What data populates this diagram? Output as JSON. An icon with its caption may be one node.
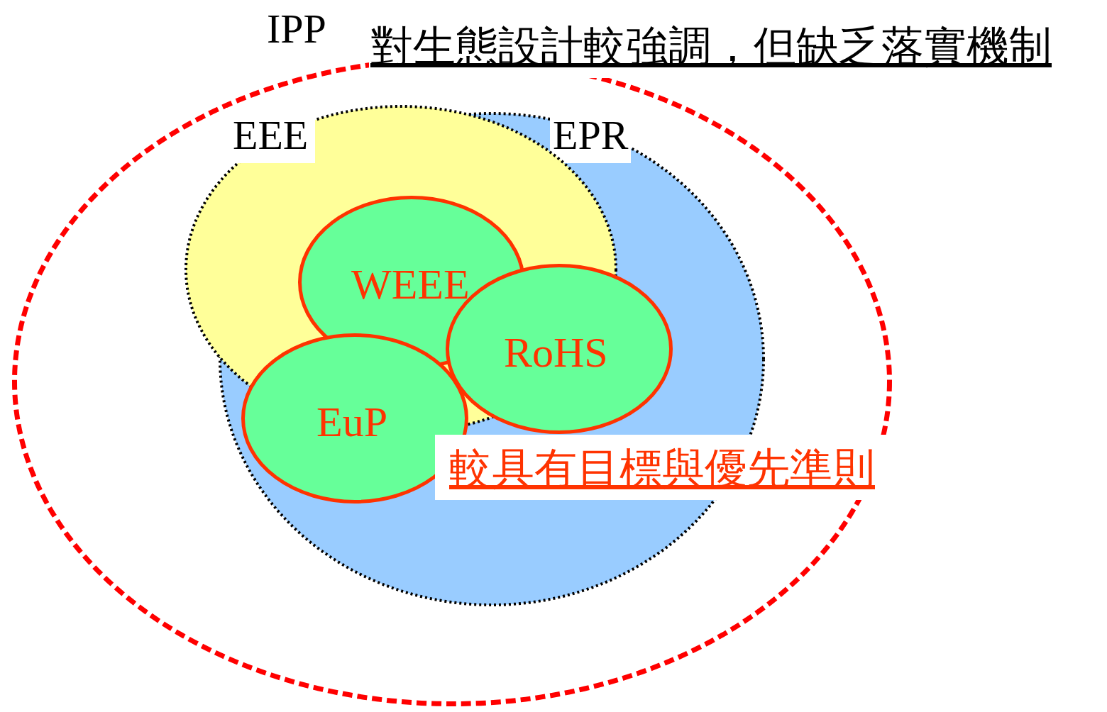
{
  "diagram": {
    "nodes": [
      {
        "text": [
          "IPP"
        ],
        "beside": [
          "對生態設計較強調，但缺乏落實機制"
        ]
      },
      {
        "text": [
          "EEE"
        ],
        "in": 0
      },
      {
        "text": [
          "EPR"
        ],
        "in": 0
      },
      {
        "text": [
          "WEEE"
        ],
        "in": 1
      },
      {
        "text": [
          "RoHS"
        ],
        "in": 2
      },
      {
        "text": [
          "EuP"
        ],
        "in": 2
      }
    ],
    "labels": [
      "較具有目標與優先準則"
    ]
  }
}
